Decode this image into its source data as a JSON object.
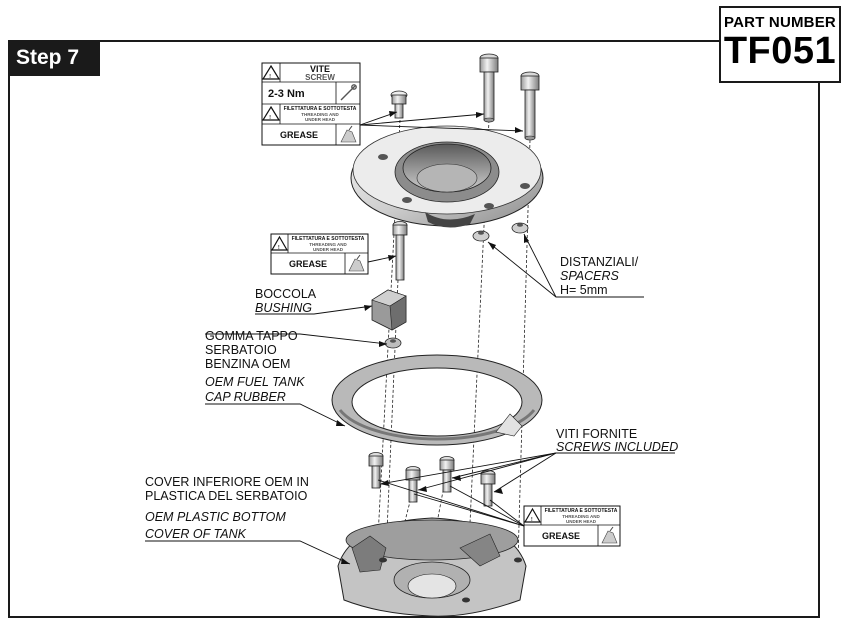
{
  "step_label": "Step 7",
  "part_number": {
    "label": "PART NUMBER",
    "value": "TF051"
  },
  "screw_box": {
    "title_it": "VITE",
    "title_en": "SCREW",
    "torque": "2-3 Nm",
    "thread_it": "FILETTATURA E SOTTOTESTA",
    "thread_en_1": "THREADING AND",
    "thread_en_2": "UNDER HEAD",
    "grease": "GREASE"
  },
  "grease_box_mid": {
    "thread_it": "FILETTATURA E SOTTOTESTA",
    "thread_en_1": "THREADING AND",
    "thread_en_2": "UNDER HEAD",
    "grease": "GREASE"
  },
  "grease_box_low": {
    "thread_it": "FILETTATURA E SOTTOTESTA",
    "thread_en_1": "THREADING AND",
    "thread_en_2": "UNDER HEAD",
    "grease": "GREASE"
  },
  "labels": {
    "spacers": {
      "it": "DISTANZIALI/",
      "en": "SPACERS",
      "size": "H= 5mm"
    },
    "bushing": {
      "it": "BOCCOLA",
      "en": "BUSHING"
    },
    "rubber": {
      "it_1": "GOMMA TAPPO",
      "it_2": "SERBATOIO",
      "it_3": "BENZINA OEM",
      "en_1": "OEM FUEL TANK",
      "en_2": "CAP RUBBER"
    },
    "screws": {
      "it": "VITI FORNITE",
      "en": "SCREWS INCLUDED"
    },
    "cover": {
      "it_1": "COVER INFERIORE OEM IN",
      "it_2": "PLASTICA DEL SERBATOIO",
      "en_1": "OEM PLASTIC BOTTOM",
      "en_2": "COVER OF TANK"
    }
  },
  "colors": {
    "ink": "#1a1a1a",
    "metal_light": "#e6e6e6",
    "metal_mid": "#bdbdbd",
    "metal_dark": "#7a7a7a"
  },
  "icons": [
    "warning-icon",
    "torque-wrench-icon",
    "grease-tube-icon"
  ]
}
